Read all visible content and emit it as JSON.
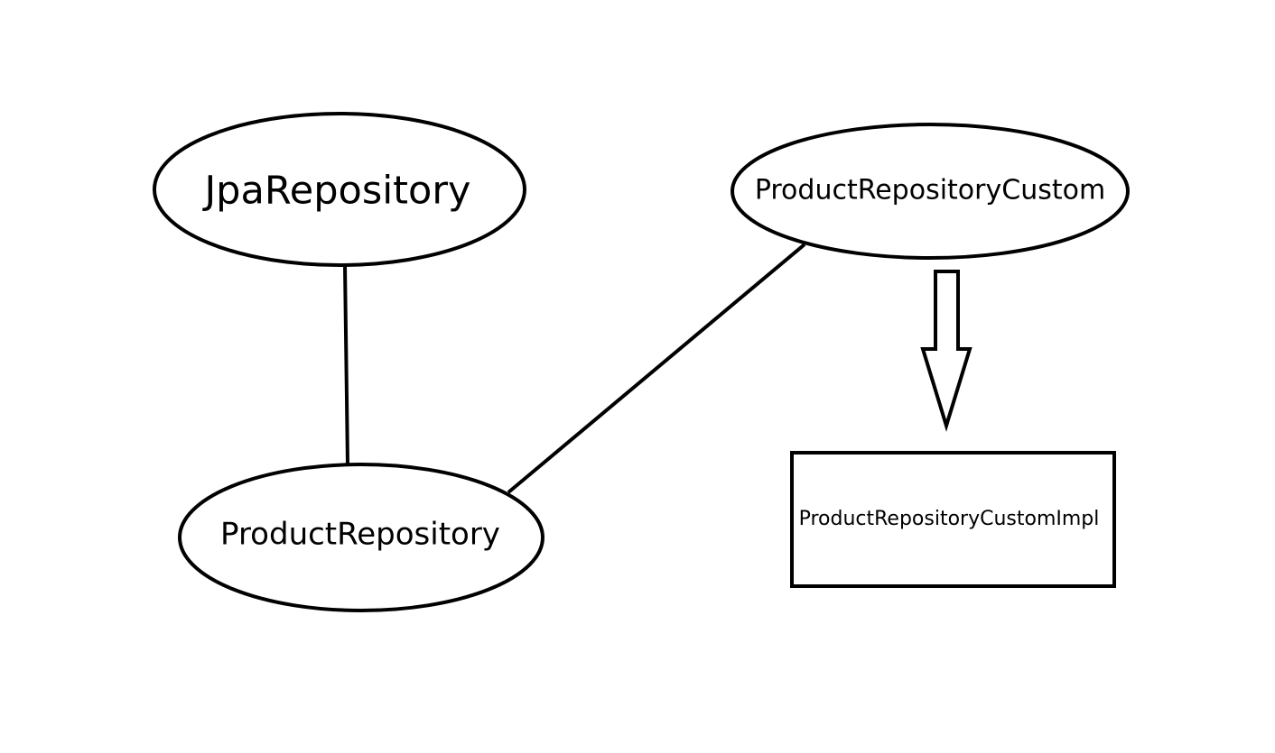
{
  "diagram": {
    "nodes": {
      "jpa_repository": {
        "label": "JpaRepository",
        "shape": "ellipse"
      },
      "product_repository": {
        "label": "ProductRepository",
        "shape": "ellipse"
      },
      "product_repository_custom": {
        "label": "ProductRepositoryCustom",
        "shape": "ellipse"
      },
      "product_repository_custom_impl": {
        "label": "ProductRepositoryCustomImpl",
        "shape": "rectangle"
      }
    },
    "edges": [
      {
        "from": "jpa_repository",
        "to": "product_repository",
        "style": "line"
      },
      {
        "from": "product_repository_custom",
        "to": "product_repository",
        "style": "line"
      },
      {
        "from": "product_repository_custom",
        "to": "product_repository_custom_impl",
        "style": "hollow-arrow"
      }
    ],
    "colors": {
      "stroke": "#000000",
      "background": "#ffffff"
    }
  }
}
